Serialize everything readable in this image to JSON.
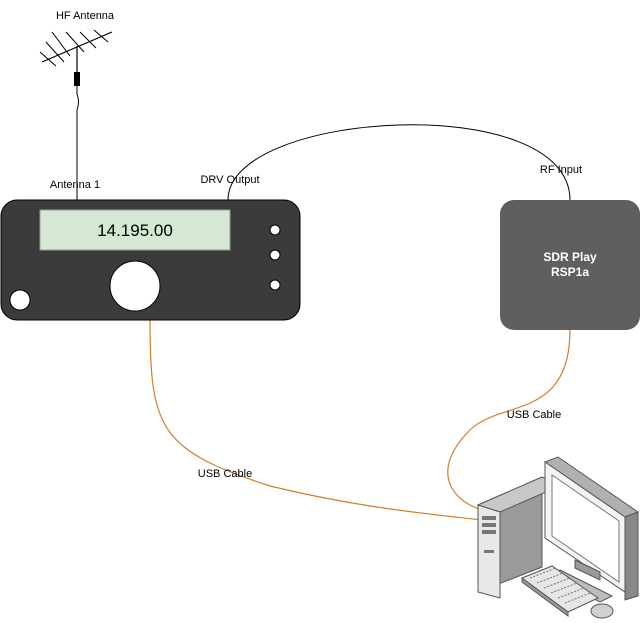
{
  "antenna": {
    "title": "HF Antenna"
  },
  "radio": {
    "frequency": "14.195.00",
    "antenna_port_label": "Antenna 1",
    "drv_output_label": "DRV Output",
    "body_color": "#3b3b3b",
    "display_color": "#d5e8d4"
  },
  "sdr": {
    "line1": "SDR Play",
    "line2": "RSP1a",
    "rf_input_label": "RF Input",
    "body_color": "#5f5f5f"
  },
  "cables": {
    "usb_radio_label": "USB Cable",
    "usb_sdr_label": "USB Cable",
    "usb_color": "#d07f2c",
    "rf_color": "#000000"
  },
  "computer": {
    "icon": "desktop-computer-icon"
  }
}
